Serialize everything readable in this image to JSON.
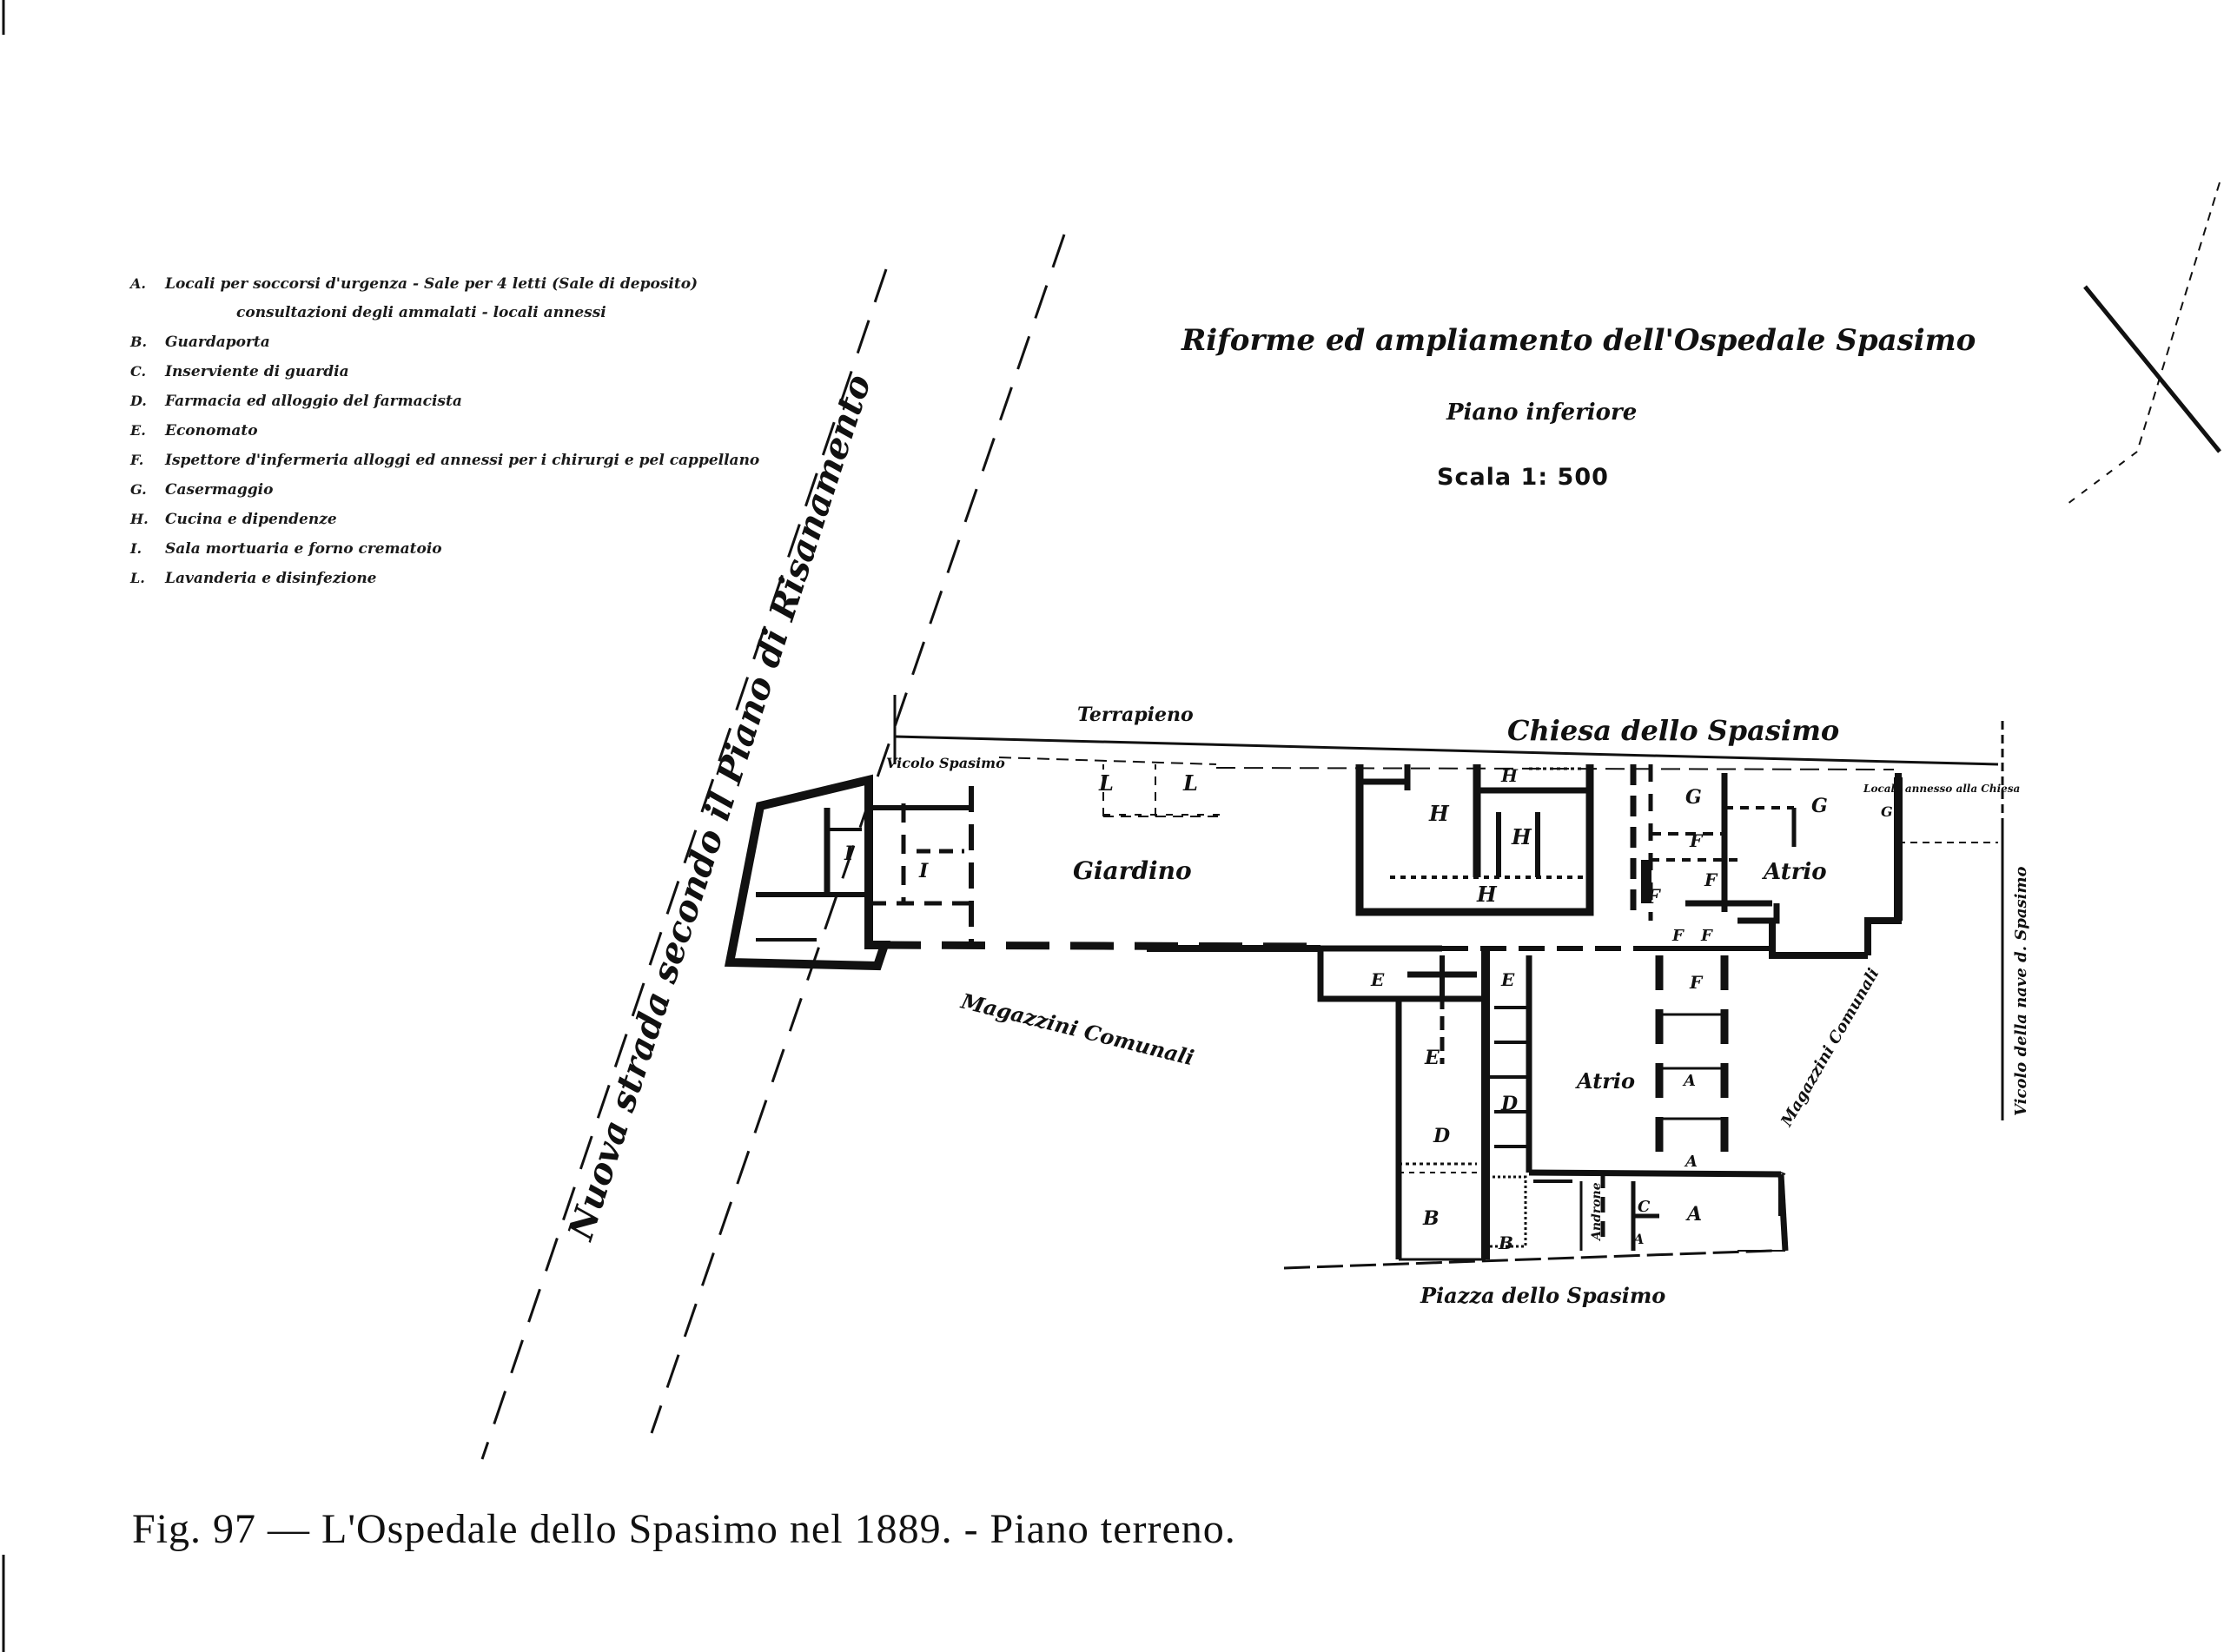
{
  "legend": {
    "items": [
      {
        "code": "A.",
        "text": "Locali per soccorsi d'urgenza - Sale per 4 letti (Sale di deposito)"
      },
      {
        "code": "",
        "text": "consultazioni degli ammalati - locali annessi"
      },
      {
        "code": "B.",
        "text": "Guardaporta"
      },
      {
        "code": "C.",
        "text": "Inserviente di guardia"
      },
      {
        "code": "D.",
        "text": "Farmacia ed alloggio del farmacista"
      },
      {
        "code": "E.",
        "text": "Economato"
      },
      {
        "code": "F.",
        "text": "Ispettore d'infermeria alloggi ed annessi per i chirurgi e pel cappellano"
      },
      {
        "code": "G.",
        "text": "Casermaggio"
      },
      {
        "code": "H.",
        "text": "Cucina e dipendenze"
      },
      {
        "code": "I.",
        "text": "Sala mortuaria e forno crematoio"
      },
      {
        "code": "L.",
        "text": "Lavanderia e disinfezione"
      }
    ]
  },
  "title": "Riforme ed ampliamento dell'Ospedale Spasimo",
  "subtitle": "Piano inferiore",
  "scale": "Scala 1: 500",
  "plan": {
    "road_label": "Nuova strada secondo il Piano di Risanamento",
    "terrapieno": "Terrapieno",
    "chiesa": "Chiesa dello Spasimo",
    "vicolo_spasimo": "Vicolo Spasimo",
    "giardino": "Giardino",
    "magazzini_left": "Magazzini Comunali",
    "magazzini_right": "Magazzini Comunali",
    "atrio_main": "Atrio",
    "atrio_right": "Atrio",
    "piazza": "Piazza dello Spasimo",
    "vicolo_nave": "Vicolo della nave d. Spasimo",
    "locale_chiesa": "Locale annesso alla Chiesa",
    "androne": "Androne",
    "room_letters": {
      "L": "L",
      "I": "I",
      "H": "H",
      "G": "G",
      "F": "F",
      "E": "E",
      "D": "D",
      "C": "C",
      "B": "B",
      "A": "A"
    }
  },
  "caption": "Fig. 97 — L'Ospedale dello Spasimo nel 1889. - Piano terreno."
}
